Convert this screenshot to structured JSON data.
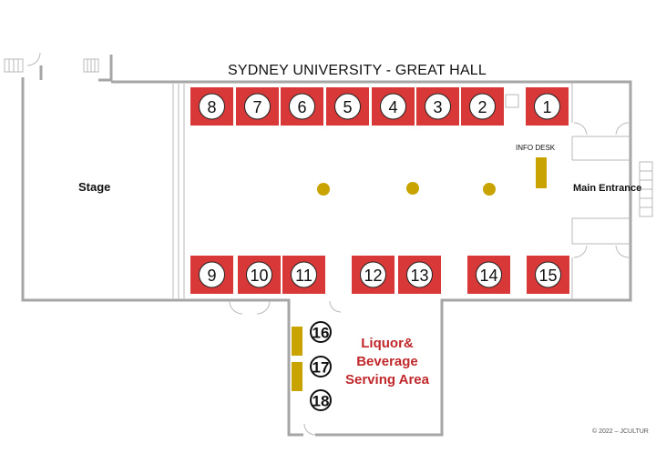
{
  "title": "SYDNEY UNIVERSITY - GREAT HALL",
  "areas": {
    "stage": "Stage",
    "main_entrance": "Main Entrance",
    "info_desk": "INFO DESK",
    "beverage_area": "Liquor& Beverage Serving Area"
  },
  "booths_top": [
    "8",
    "7",
    "6",
    "5",
    "4",
    "3",
    "2",
    "1"
  ],
  "booths_bottom": [
    "9",
    "10",
    "11",
    "12",
    "13",
    "14",
    "15"
  ],
  "beverage_stations": [
    "16",
    "17",
    "18"
  ],
  "credit": "© 2022 – JCULTUR",
  "colors": {
    "booth_fill": "#d93838",
    "table_fill": "#c9a400",
    "beverage_text": "#c0282b",
    "wall": "#a6a6a6"
  }
}
